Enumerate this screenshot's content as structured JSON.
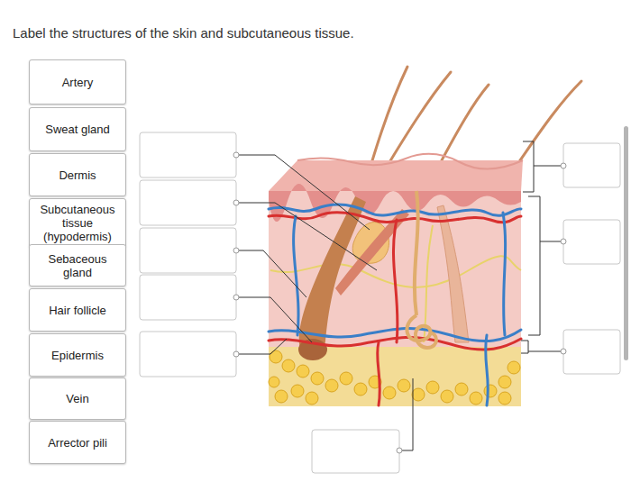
{
  "diagram": {
    "title": "Label the structures of the skin and subcutaneous tissue.",
    "nodes": [
      {
        "text": [
          "Artery"
        ]
      },
      {
        "text": [
          "Sweat gland"
        ]
      },
      {
        "text": [
          "Dermis"
        ]
      },
      {
        "text": [
          "Subcutaneous tissue (hypodermis)"
        ]
      },
      {
        "text": [
          "Sebaceous gland"
        ]
      },
      {
        "text": [
          "Hair follicle"
        ]
      },
      {
        "text": [
          "Epidermis"
        ]
      },
      {
        "text": [
          "Vein"
        ]
      },
      {
        "text": [
          "Arrector pili"
        ]
      }
    ]
  }
}
